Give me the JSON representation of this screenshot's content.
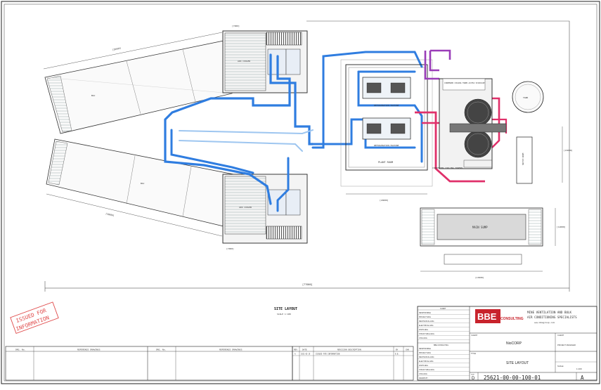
{
  "drawing": {
    "title": "SITE LAYOUT",
    "scale": "SCALE 1:100",
    "stamp_line1": "ISSUED FOR",
    "stamp_line2": "INFORMATION"
  },
  "labels": {
    "plant_room": "PLANT ROOM",
    "refrigeration_machine_1": "REFRIGERATION MACHINE",
    "refrigeration_machine_2": "REFRIGERATION MACHINE",
    "condenser_cooling_towers": "CONDENSER COOLING TOWERS",
    "condenser_tower_access": "CONDENSER COOLING TOWER ACCESS STAIRCASE",
    "bulk_air_cooler_1": "AIR COOLER",
    "bulk_air_cooler_2": "AIR COOLER",
    "bac_1": "BAC",
    "bac_2": "BAC",
    "main_sump": "MAIN SUMP",
    "switchroom": "SWITCH ROOM",
    "tank": "TANK"
  },
  "dims": {
    "d_overall": "[77000]",
    "d_plant": "[18000]",
    "d_pond": "[13000]",
    "d_bac_top": "[28000]",
    "d_bac_bottom": "[28000]",
    "d_small_top": "[7000]",
    "d_small_bottom": "[7000]",
    "d_right_v": "[15000]",
    "d_right_v2": "[12000]"
  },
  "title_block": {
    "company": "BBE",
    "company_sub": "CONSULTING",
    "tagline_1": "MINE VENTILATION AND BULK",
    "tagline_2": "AIR CONDITIONING SPECIALISTS",
    "website": "www.bbegroup.com",
    "client_label": "CLIENT",
    "client_name": "NioCORP",
    "title_label": "TITLE",
    "title_value": "SITE LAYOUT",
    "size_label": "SIZE",
    "size_value": "D",
    "drawing_number": "25621-00-00-100-01",
    "revision": "A",
    "project_label": "PROJECT MANAGER",
    "sheet_label": "SCALE",
    "sheet_value": "1:100",
    "client_header": "CLIENT",
    "bbe_header": "BBE CONSULTING"
  },
  "responsibility_rows": [
    "RESPONSIBLE",
    "PROJECT ENG",
    "MECHANICAL ENG",
    "ELECTRICAL ENG",
    "INSTR ENG",
    "STRUCTURAL ENG",
    "CIVIL ENG",
    "DRAWN BY",
    "LEAD CHECKED"
  ],
  "reference_table": {
    "col_drg_no": "DRG. No.",
    "col_ref": "REFERENCE DRAWINGS",
    "col_drg_no_2": "DRG. No.",
    "col_ref_2": "REFERENCE DRAWINGS"
  },
  "revision_table": {
    "col_rev": "REV",
    "col_date": "DATE",
    "col_desc": "REVISION DESCRIPTION",
    "col_by": "BY",
    "col_chk": "CHK",
    "row_rev": "A",
    "row_date": "2021-05-19",
    "row_desc": "ISSUED FOR INFORMATION",
    "row_by": "B.B."
  },
  "colors": {
    "chilled_water": "#2f7de0",
    "condenser_water": "#e0306a",
    "purple_line": "#9a3db8",
    "stamp": "#e04a4a",
    "brand_red": "#c8232c"
  }
}
